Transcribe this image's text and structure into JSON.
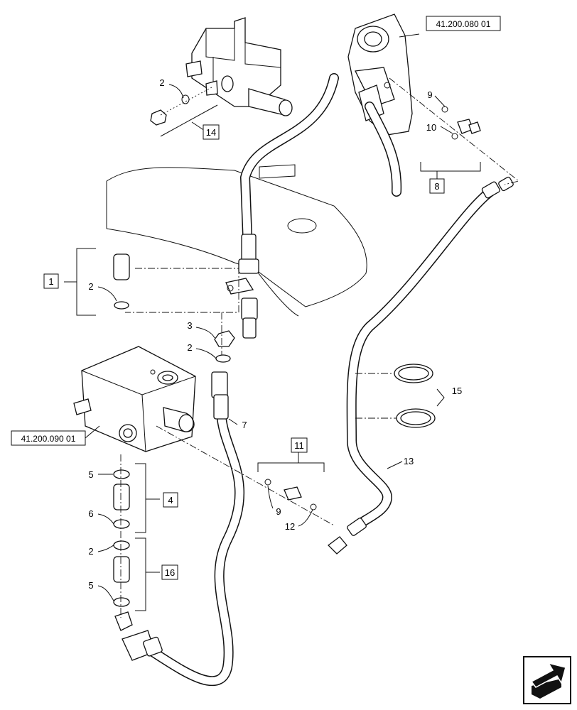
{
  "references": {
    "top_right": "41.200.080 01",
    "left_valve": "41.200.090 01"
  },
  "callouts": {
    "c1": "1",
    "c4": "4",
    "c8": "8",
    "c11": "11",
    "c14": "14",
    "c16": "16"
  },
  "labels": {
    "n2a": "2",
    "n2b": "2",
    "n2c": "2",
    "n2d": "2",
    "n3": "3",
    "n5a": "5",
    "n5b": "5",
    "n6": "6",
    "n7": "7",
    "n9a": "9",
    "n9b": "9",
    "n10": "10",
    "n12": "12",
    "n13": "13",
    "n15": "15"
  },
  "icons": {
    "nav": "next-page-arrow-icon"
  }
}
